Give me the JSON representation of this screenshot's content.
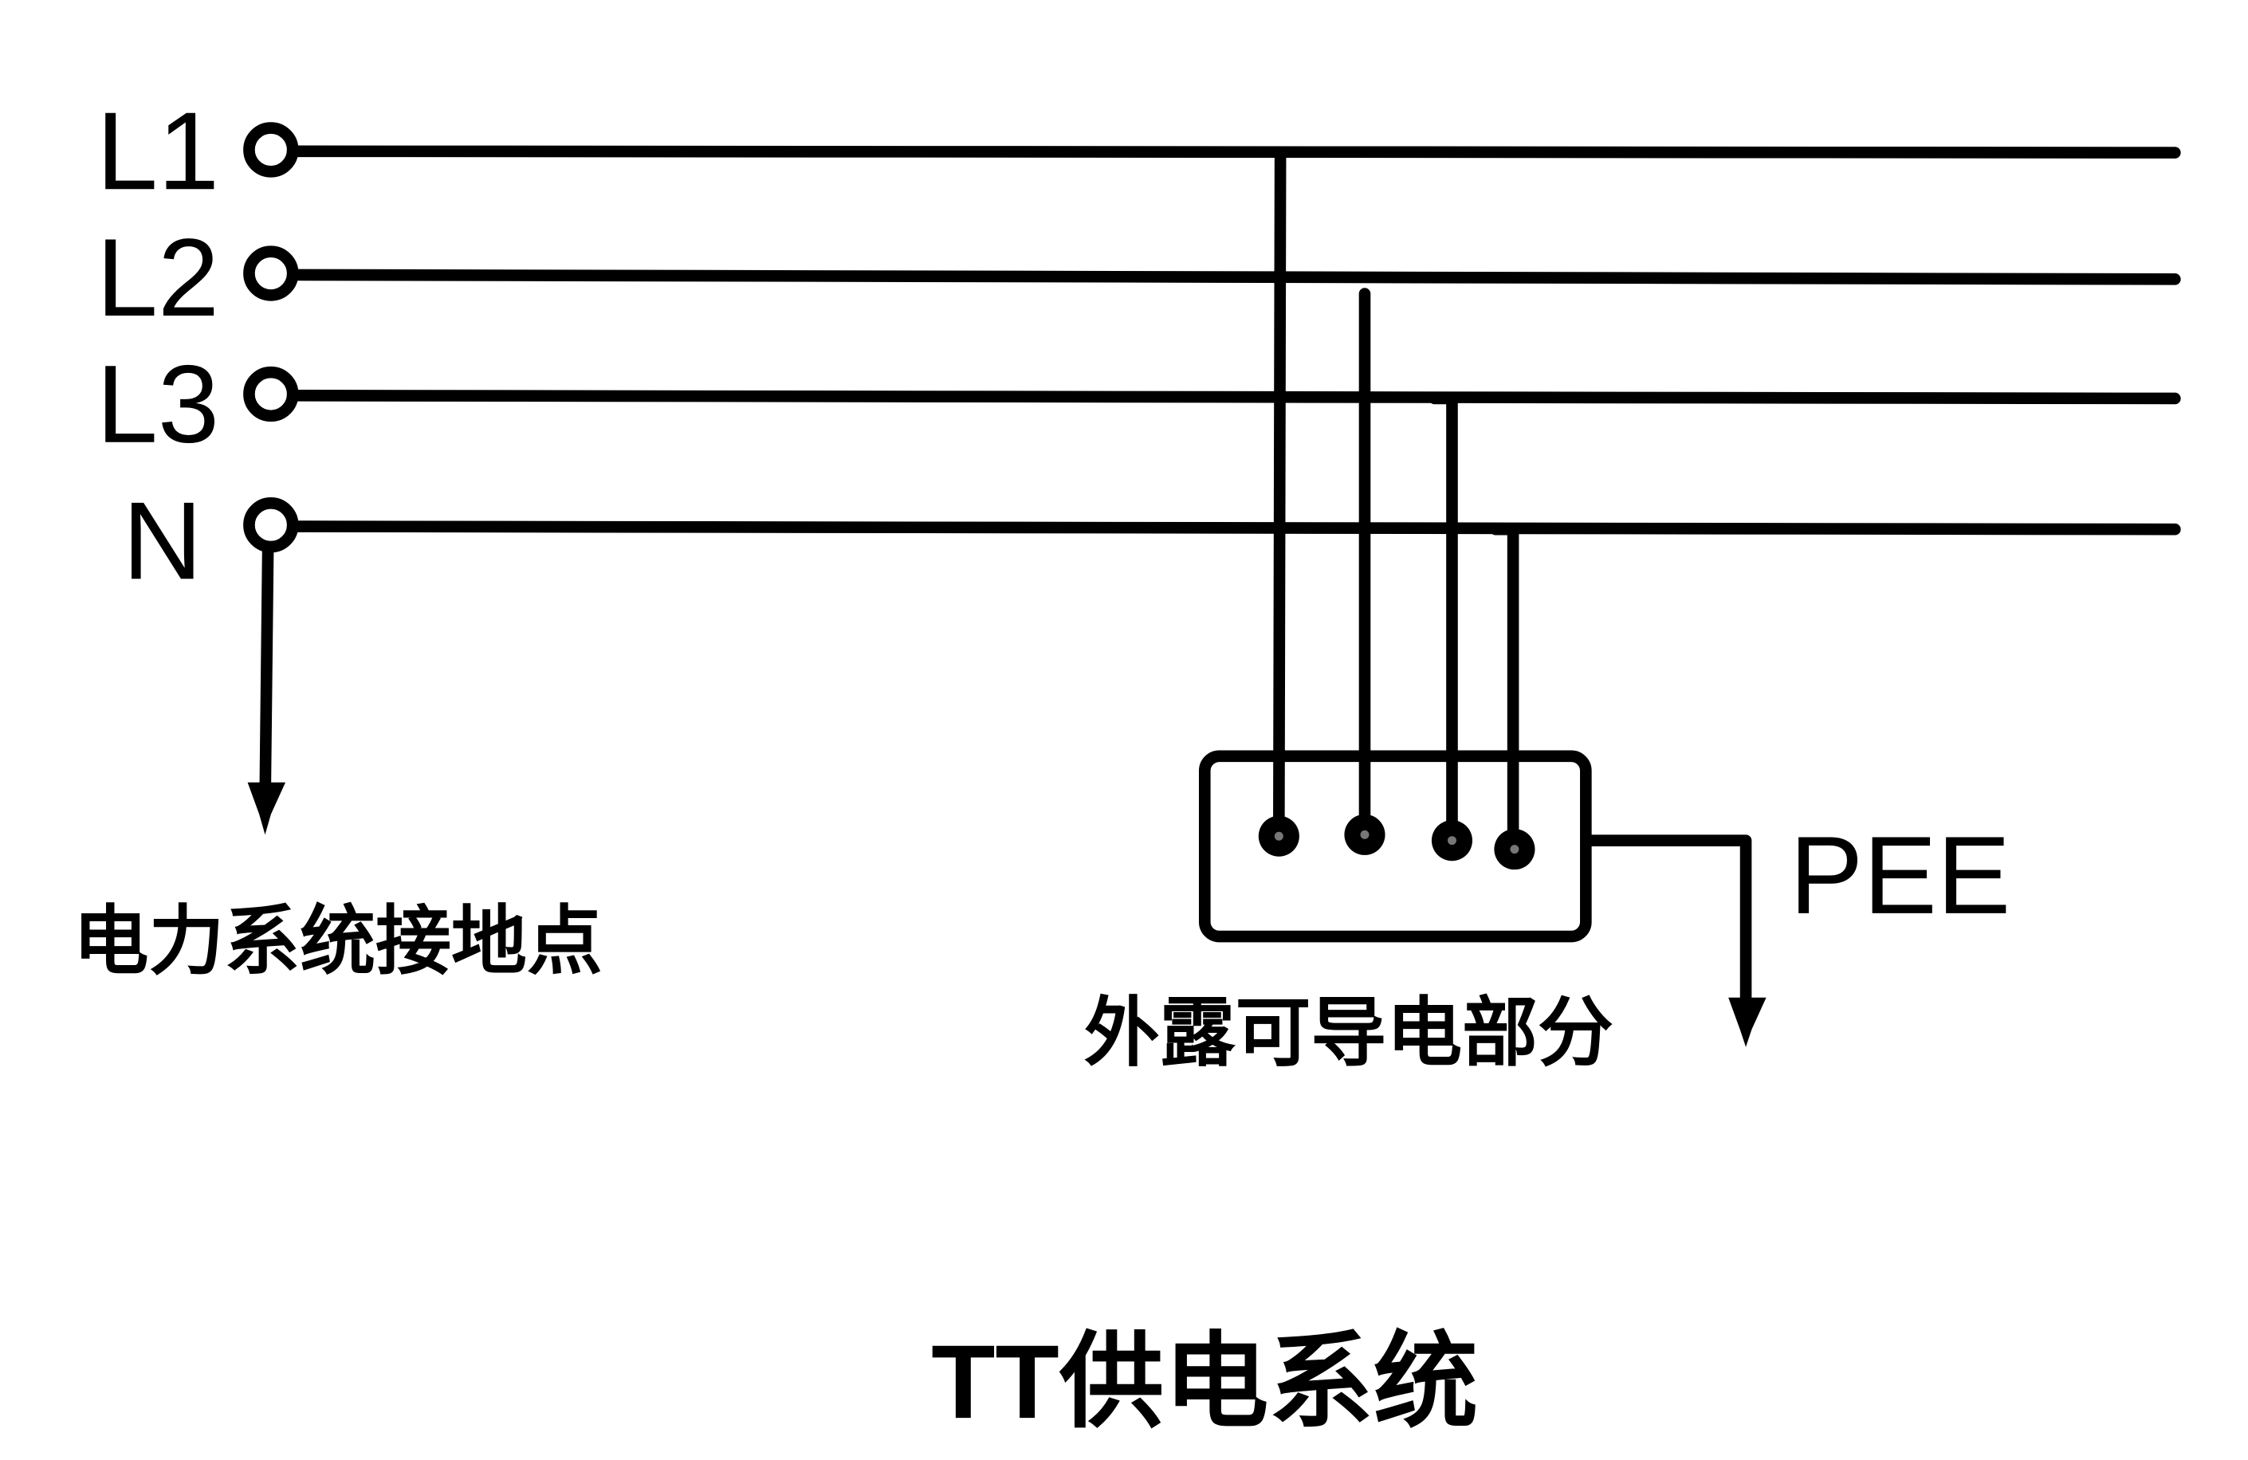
{
  "diagram": {
    "title": "TT供电系统",
    "lines": [
      {
        "id": "L1",
        "label": "L1"
      },
      {
        "id": "L2",
        "label": "L2"
      },
      {
        "id": "L3",
        "label": "L3"
      },
      {
        "id": "N",
        "label": "N"
      }
    ],
    "source_ground_label": "电力系统接地点",
    "equipment_label": "外露可导电部分",
    "protective_earth_label": "PEE",
    "colors": {
      "ink": "#000000",
      "background": "#ffffff"
    }
  }
}
